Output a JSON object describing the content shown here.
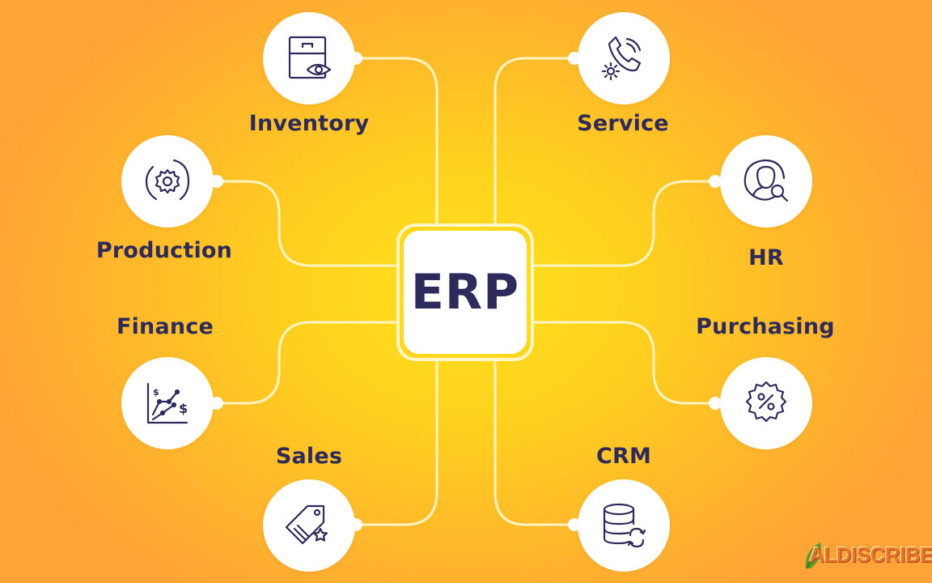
{
  "center": {
    "title": "ERP"
  },
  "modules": [
    {
      "key": "inventory",
      "label": "Inventory",
      "icon": "inventory-cabinet-eye-icon"
    },
    {
      "key": "service",
      "label": "Service",
      "icon": "phone-gear-icon"
    },
    {
      "key": "production",
      "label": "Production",
      "icon": "gear-cycle-icon"
    },
    {
      "key": "hr",
      "label": "HR",
      "icon": "user-search-icon"
    },
    {
      "key": "finance",
      "label": "Finance",
      "icon": "finance-chart-dollar-icon"
    },
    {
      "key": "purchasing",
      "label": "Purchasing",
      "icon": "percent-badge-icon"
    },
    {
      "key": "sales",
      "label": "Sales",
      "icon": "price-tag-star-icon"
    },
    {
      "key": "crm",
      "label": "CRM",
      "icon": "database-sync-icon"
    }
  ],
  "watermark": {
    "text": "ALDISCRIBE"
  },
  "colors": {
    "ink": "#2d2b5c",
    "node": "#ffffff",
    "connector": "#fff6c8",
    "accent": "#ffd21c"
  }
}
